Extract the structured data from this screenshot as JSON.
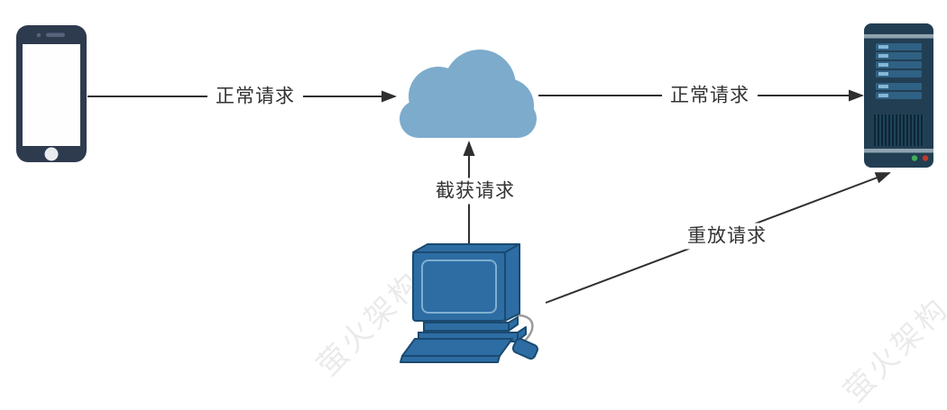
{
  "diagram": {
    "title": "request-replay-attack-diagram",
    "watermark": {
      "text": "萤火架构"
    },
    "nodes": {
      "phone": {
        "icon": "smartphone-icon"
      },
      "cloud": {
        "icon": "cloud-icon"
      },
      "server": {
        "icon": "server-icon"
      },
      "computer": {
        "icon": "desktop-computer-icon"
      }
    },
    "edges": {
      "phone_to_cloud": {
        "label": "正常请求",
        "direction": "phone → cloud"
      },
      "cloud_to_server": {
        "label": "正常请求",
        "direction": "cloud → server"
      },
      "computer_to_cloud": {
        "label": "截获请求",
        "direction": "computer → cloud"
      },
      "computer_to_server": {
        "label": "重放请求",
        "direction": "computer → server"
      }
    },
    "colors": {
      "background": "#FFFFFF",
      "line": "#2F2F2F",
      "label_text": "#333333",
      "cloud_fill": "#7CABCC",
      "phone_body": "#2E3A4E",
      "phone_detail": "#57637A",
      "server_body": "#223E52",
      "server_stripe": "#8FA3B0",
      "server_bay": "#2F6184",
      "server_bay_dash": "#86B7D4",
      "led_green": "#3FAE5A",
      "led_red": "#C0392B",
      "computer_fill": "#2D6DA3",
      "computer_outline": "#1B4A70",
      "screen_border": "#7FAFD0",
      "mouse_cable": "#9A9A9A",
      "watermark_color": "rgba(0,0,0,0.08)"
    }
  }
}
